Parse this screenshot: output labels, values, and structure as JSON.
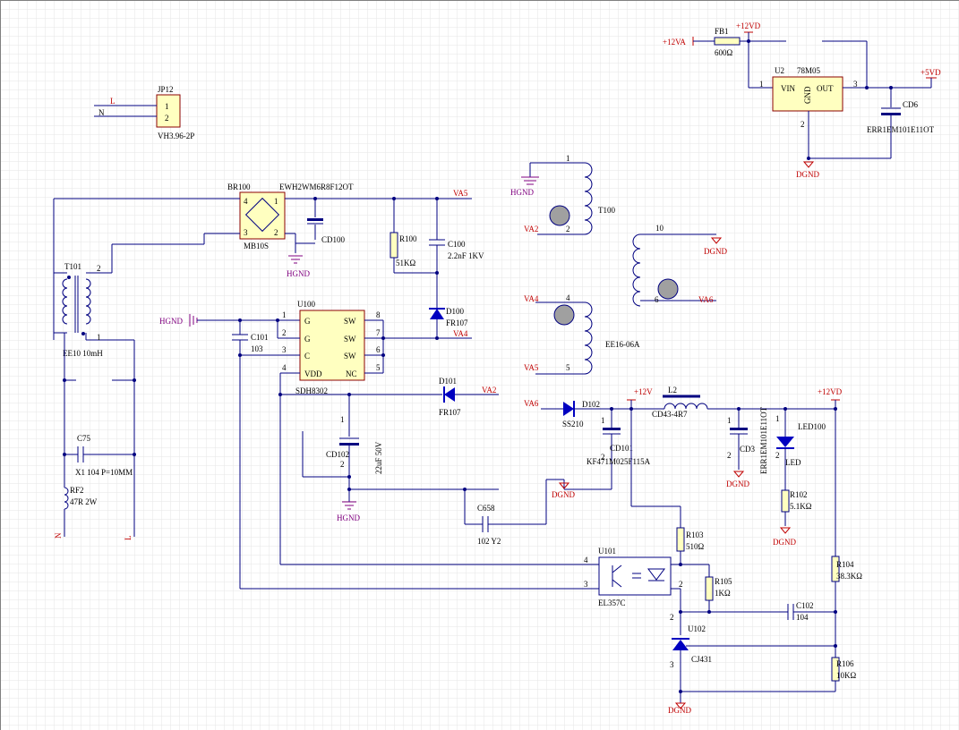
{
  "diagram": {
    "net_labels": {
      "l": "L",
      "n": "N",
      "va5": "VA5",
      "va4": "VA4",
      "va2": "VA2",
      "va6": "VA6",
      "p12va": "+12VA",
      "p12vd": "+12VD",
      "p5vd": "+5VD",
      "p12v": "+12V",
      "hgnd": "HGND",
      "dgnd": "DGND"
    },
    "components": {
      "jp12": {
        "ref": "JP12",
        "value": "VH3.96-2P",
        "pin1": "1",
        "pin2": "2"
      },
      "br100": {
        "ref": "BR100",
        "value": "MB10S",
        "pin1": "1",
        "pin2": "2",
        "pin3": "3",
        "pin4": "4"
      },
      "cd100": {
        "ref": "CD100",
        "value": "EWH2WM6R8F12OT"
      },
      "r100": {
        "ref": "R100",
        "value": "51KΩ"
      },
      "c100": {
        "ref": "C100",
        "value": "2.2nF 1KV"
      },
      "d100": {
        "ref": "D100",
        "value": "FR107"
      },
      "t101": {
        "ref": "T101",
        "value": "EE10 10mH",
        "pin2": "2",
        "pin1": "1"
      },
      "c75": {
        "ref": "C75",
        "value": "X1 104 P=10MM"
      },
      "rf2": {
        "ref": "RF2",
        "value": "47R 2W"
      },
      "u100": {
        "ref": "U100",
        "value": "SDH8302",
        "pins": {
          "g1": "G",
          "g2": "G",
          "c": "C",
          "vdd": "VDD",
          "sw1": "SW",
          "sw2": "SW",
          "sw3": "SW",
          "nc": "NC"
        },
        "nums": [
          "1",
          "2",
          "3",
          "4",
          "8",
          "7",
          "6",
          "5"
        ]
      },
      "c101": {
        "ref": "C101",
        "value": "103"
      },
      "d101": {
        "ref": "D101",
        "value": "FR107"
      },
      "cd102": {
        "ref": "CD102",
        "value": "22uF 50V",
        "pin1": "1",
        "pin2": "2"
      },
      "c658": {
        "ref": "C658",
        "value": "102 Y2"
      },
      "t100": {
        "ref": "T100",
        "value": "EE16-06A",
        "pins": {
          "p1": "1",
          "p2": "2",
          "p4": "4",
          "p5": "5",
          "p10": "10",
          "p6": "6"
        }
      },
      "fb1": {
        "ref": "FB1",
        "value": "600Ω"
      },
      "u2": {
        "ref": "U2",
        "value": "78M05",
        "vin": "VIN",
        "gnd": "GND",
        "out": "OUT",
        "pin1": "1",
        "pin2": "2",
        "pin3": "3"
      },
      "cd6": {
        "ref": "CD6",
        "value": "ERR1EM101E11OT"
      },
      "d102": {
        "ref": "D102",
        "value": "SS210"
      },
      "cd101": {
        "ref": "CD101",
        "value": "KF471M025F115A",
        "pin1": "1",
        "pin2": "2"
      },
      "l2": {
        "ref": "L2",
        "value": "CD43-4R7"
      },
      "cd3": {
        "ref": "CD3",
        "value": "ERR1EM101E11OT",
        "pin1": "1",
        "pin2": "2"
      },
      "led100": {
        "ref": "LED100",
        "value": "LED",
        "pin1": "1",
        "pin2": "2"
      },
      "r102": {
        "ref": "R102",
        "value": "5.1KΩ"
      },
      "r103": {
        "ref": "R103",
        "value": "510Ω"
      },
      "r105": {
        "ref": "R105",
        "value": "1KΩ"
      },
      "r104": {
        "ref": "R104",
        "value": "38.3KΩ"
      },
      "c102": {
        "ref": "C102",
        "value": "104"
      },
      "u101": {
        "ref": "U101",
        "value": "EL357C",
        "pin4": "4",
        "pin3": "3",
        "pin2": "2"
      },
      "u102": {
        "ref": "U102",
        "value": "CJ431",
        "pin2": "2",
        "pin3": "3"
      },
      "r106": {
        "ref": "R106",
        "value": "10KΩ"
      }
    },
    "colors": {
      "wire": "#000080",
      "net_red": "#c00000",
      "ground": "#800080",
      "chip_fill": "#ffffc0",
      "chip_border": "#8b0000",
      "grid": "#e6e6e6"
    }
  }
}
